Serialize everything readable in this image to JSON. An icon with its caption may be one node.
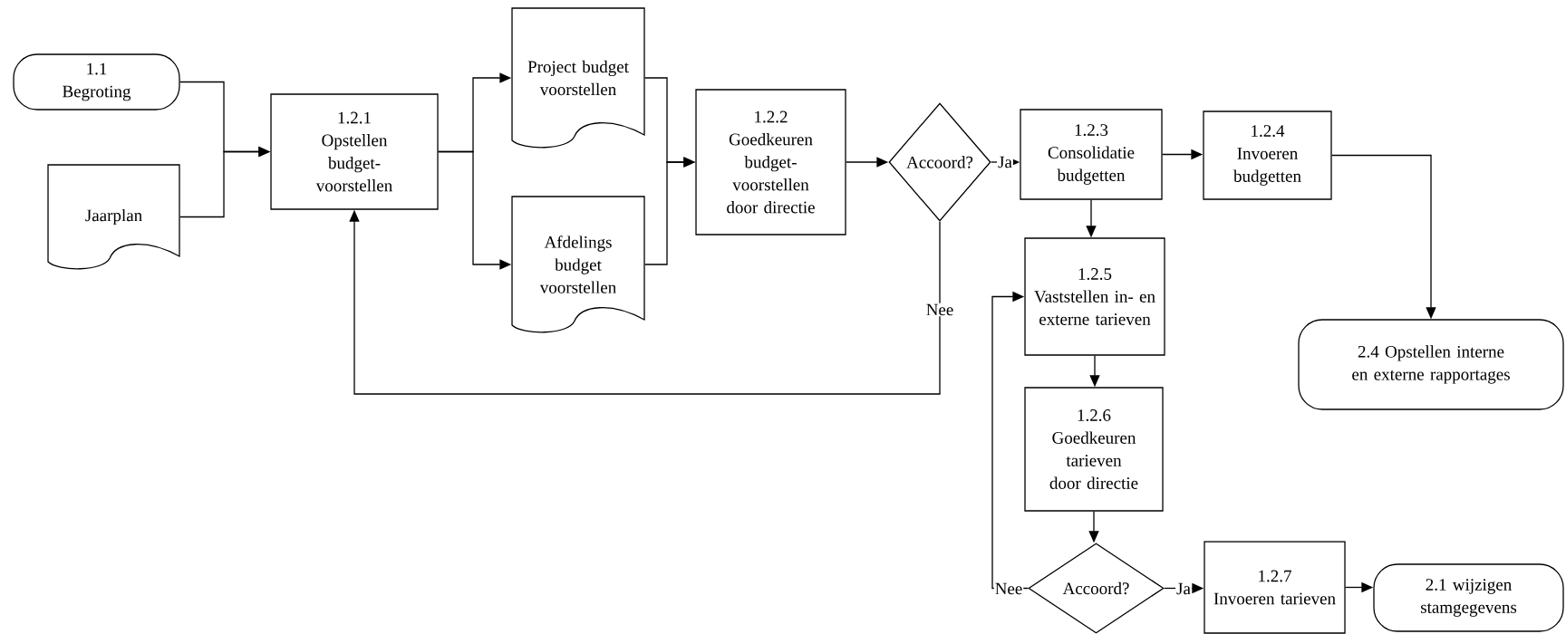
{
  "diagram": {
    "nodes": [
      {
        "text": [
          "1.1",
          "Begroting"
        ]
      },
      {
        "text": [
          "Jaarplan"
        ]
      },
      {
        "text": [
          "1.2.1",
          "Opstellen budget- voorstellen"
        ]
      },
      {
        "text": [
          "Project budget voorstellen"
        ]
      },
      {
        "text": [
          "Afdelings budget voorstellen"
        ]
      },
      {
        "text": [
          "1.2.2",
          "Goedkeuren budget- voorstellen door directie"
        ]
      },
      {
        "text": [
          "Accoord?"
        ]
      },
      {
        "text": [
          "1.2.3",
          "Consolidatie budgetten"
        ]
      },
      {
        "text": [
          "1.2.4",
          "Invoeren budgetten"
        ]
      },
      {
        "text": [
          "1.2.5",
          "Vaststellen in- en externe tarieven"
        ]
      },
      {
        "text": [
          "2.4 Opstellen interne en externe rapportages"
        ]
      },
      {
        "text": [
          "1.2.6",
          "Goedkeuren tarieven door directie"
        ]
      },
      {
        "text": [
          "Accoord?"
        ]
      },
      {
        "text": [
          "1.2.7",
          "Invoeren tarieven"
        ]
      },
      {
        "text": [
          "2.1 wijzigen stamgegevens"
        ]
      }
    ],
    "edges": [
      {
        "from": 0,
        "to": 2,
        "arrow": "to"
      },
      {
        "from": 1,
        "to": 2,
        "arrow": "to"
      },
      {
        "from": 2,
        "to": 3,
        "arrow": "to"
      },
      {
        "from": 2,
        "to": 4,
        "arrow": "to"
      },
      {
        "from": 3,
        "to": 5,
        "arrow": "to"
      },
      {
        "from": 4,
        "to": 5,
        "arrow": "to"
      },
      {
        "from": 5,
        "to": 6,
        "arrow": "to"
      },
      {
        "from": 6,
        "to": 7,
        "arrow": "to",
        "label": "Ja"
      },
      {
        "from": 7,
        "to": 8,
        "arrow": "to"
      },
      {
        "from": 7,
        "to": 9,
        "arrow": "to"
      },
      {
        "from": 8,
        "to": 10,
        "arrow": "to"
      },
      {
        "from": 6,
        "to": 2,
        "arrow": "to",
        "label": "Nee"
      },
      {
        "from": 9,
        "to": 11,
        "arrow": "to"
      },
      {
        "from": 11,
        "to": 12,
        "arrow": "to"
      },
      {
        "from": 12,
        "to": 13,
        "arrow": "to",
        "label": "Ja"
      },
      {
        "from": 13,
        "to": 14,
        "arrow": "to"
      },
      {
        "from": 12,
        "to": 9,
        "arrow": "to",
        "label": "Nee"
      }
    ]
  }
}
